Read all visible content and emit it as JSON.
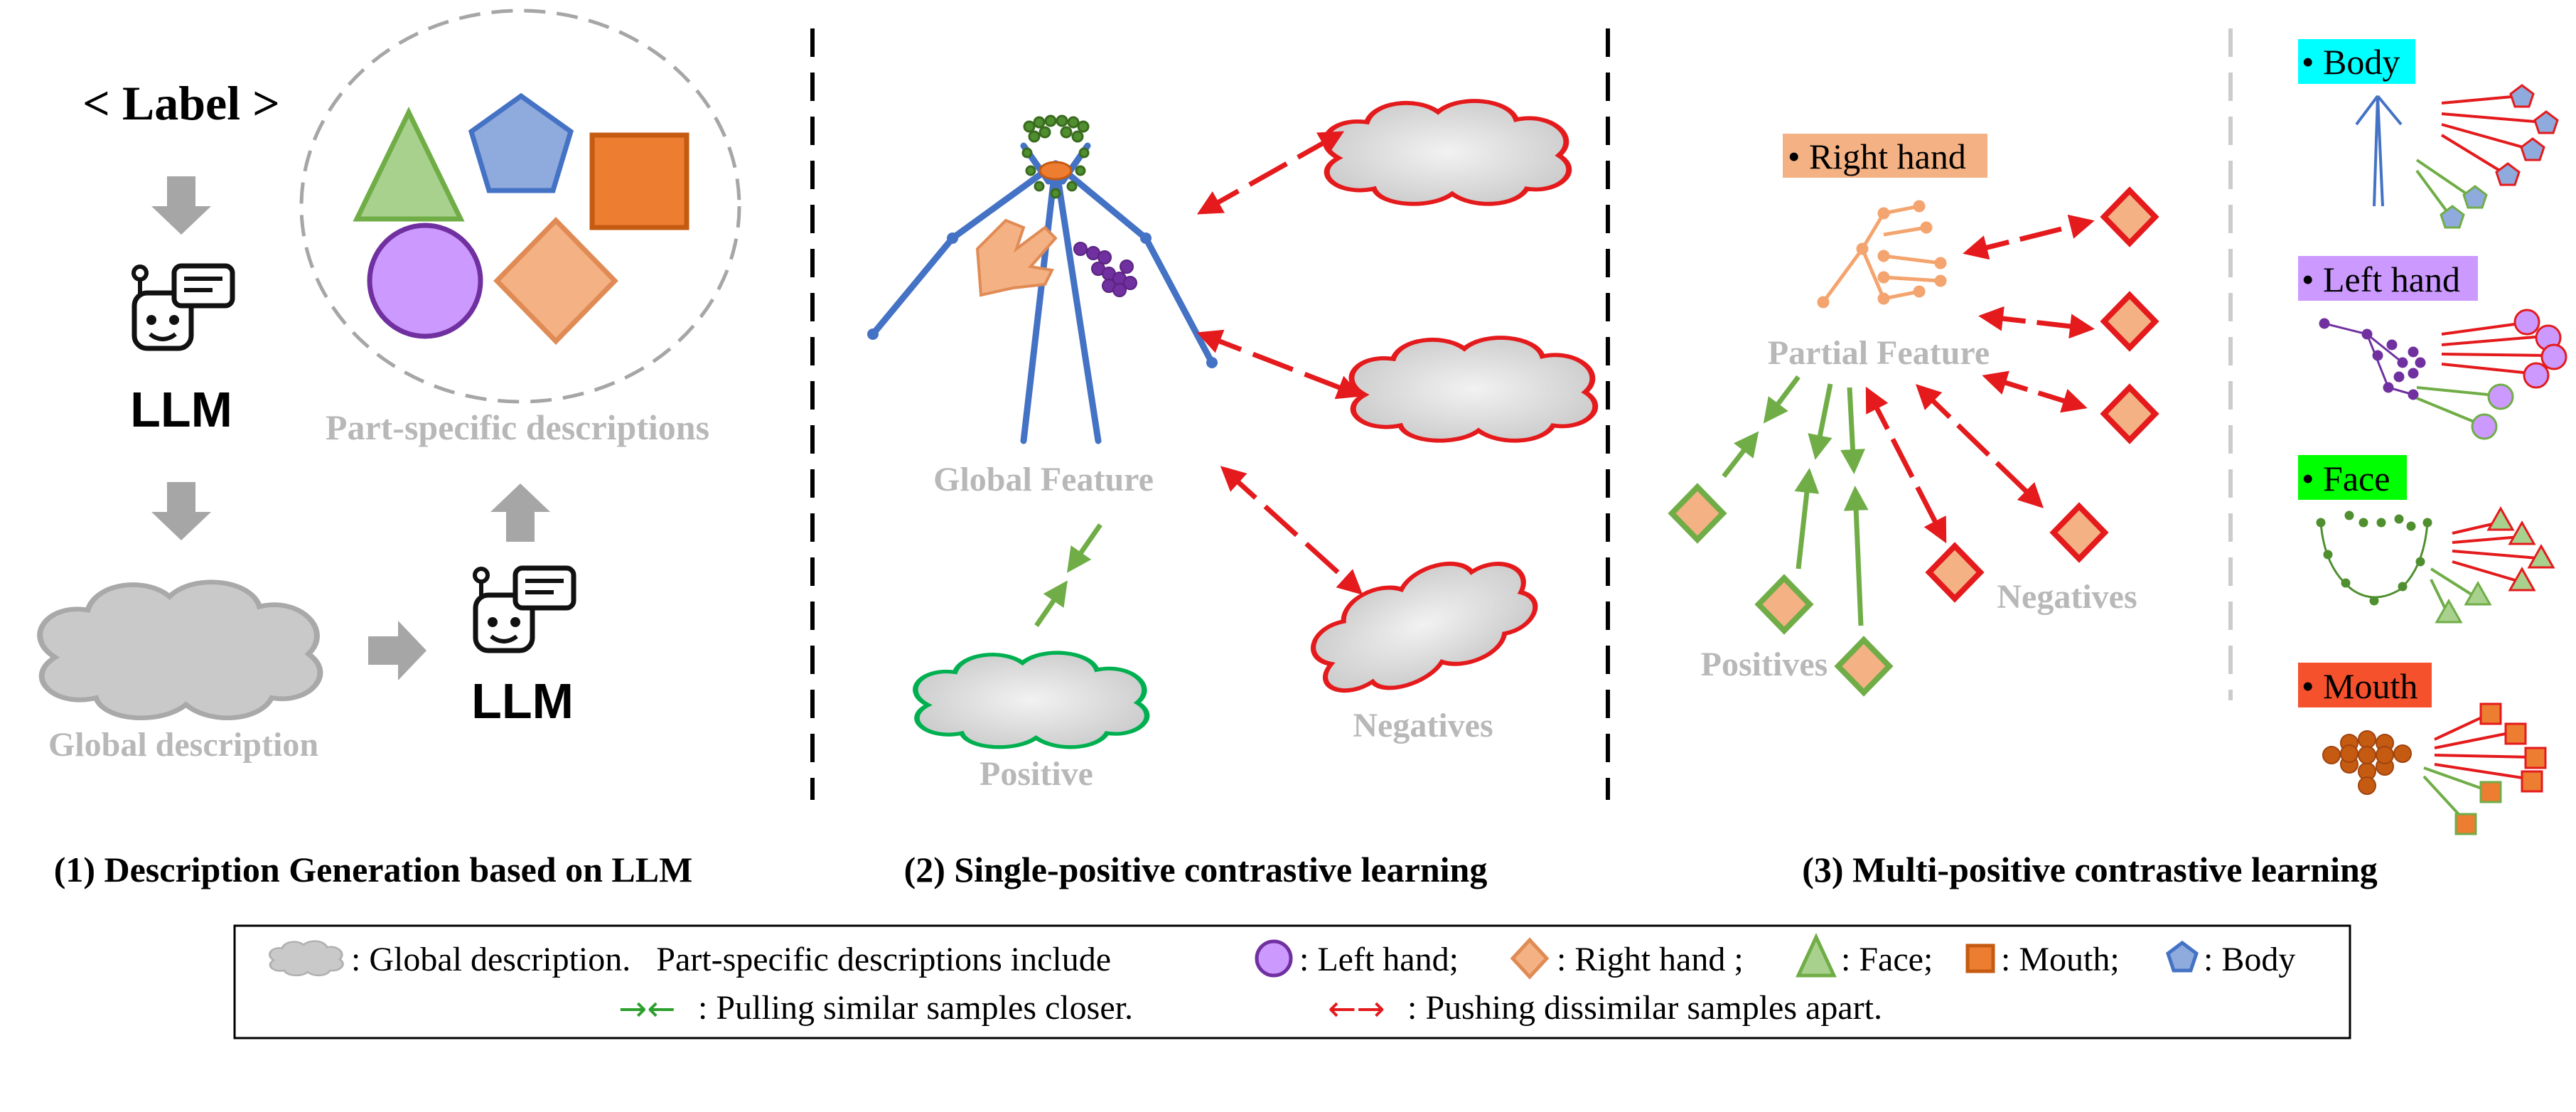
{
  "panel1": {
    "label": "< Label >",
    "llm_top": "LLM",
    "llm_bottom": "LLM",
    "part_specific": "Part-specific descriptions",
    "global_description": "Global description",
    "caption": "(1) Description Generation based on LLM"
  },
  "panel2": {
    "global_feature": "Global Feature",
    "positive": "Positive",
    "negatives": "Negatives",
    "caption": "(2) Single-positive contrastive learning"
  },
  "panel3": {
    "right_hand_tag": "• Right hand",
    "partial_feature": "Partial Feature",
    "positives": "Positives",
    "negatives": "Negatives",
    "caption": "(3) Multi-positive contrastive learning"
  },
  "side": {
    "body": "• Body",
    "left_hand": "• Left hand",
    "face": "• Face",
    "mouth": "• Mouth"
  },
  "legend": {
    "line1_a": ": Global description.   Part-specific descriptions include",
    "left_hand": ": Left hand;",
    "right_hand": ": Right hand ;",
    "face": ": Face;",
    "mouth": ": Mouth;",
    "body": ": Body",
    "pull_symbol": "→←",
    "pull_text": ": Pulling similar samples closer.",
    "push_symbol": "←→",
    "push_text": ": Pushing dissimilar samples apart."
  },
  "colors": {
    "green": "#70ad47",
    "red": "#e41a1c",
    "blue": "#4472c4",
    "orange": "#ed7d31",
    "purple": "#cc99ff",
    "peach": "#f4b183",
    "cyan": "#00ffff",
    "lavender": "#cc99ff",
    "lime": "#00ff00",
    "tomato": "#f4512c"
  }
}
